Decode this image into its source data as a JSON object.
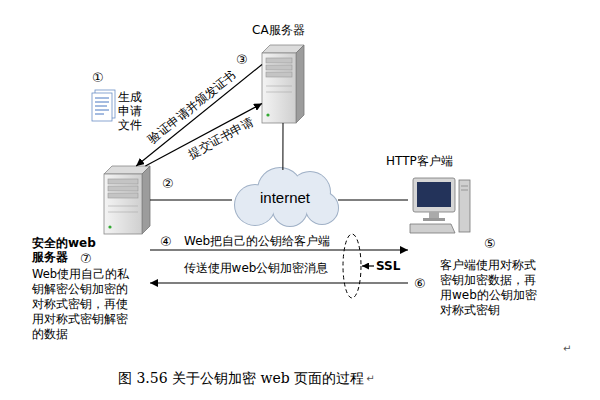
{
  "diagram": {
    "caption": "图 3.56 关于公钥加密 web 页面的过程",
    "nodes": [
      {
        "text": [
          "CA服务器"
        ]
      },
      {
        "text": [
          "生成申请文件"
        ]
      },
      {
        "text": [
          "安全的web 服务器"
        ]
      },
      {
        "text": [
          "internet"
        ]
      },
      {
        "text": [
          "HTTP客户端"
        ]
      }
    ],
    "edges": [
      {
        "from": 2,
        "to": 0,
        "label": "提交证书申请",
        "arrow": "to"
      },
      {
        "from": 0,
        "to": 2,
        "label": "验证申请并颁发证书",
        "arrow": "to"
      },
      {
        "from": 0,
        "to": 3,
        "arrow": "none"
      },
      {
        "from": 2,
        "to": 3,
        "arrow": "none"
      },
      {
        "from": 3,
        "to": 4,
        "arrow": "none"
      },
      {
        "from": 2,
        "to": 4,
        "label": "Web把自己的公钥给客户端",
        "arrow": "to"
      },
      {
        "from": 4,
        "to": 2,
        "label": "传送使用web公钥加密消息",
        "arrow": "to"
      }
    ],
    "labels": [
      "①",
      "②",
      "③",
      "④",
      "⑤",
      "⑥",
      "⑦",
      "Web使用自己的私钥解密公钥加密的对称式密钥，再使用对称式密钥解密的数据",
      "客户端使用对称式密钥加密数据，再用web的公钥加密对称式密钥",
      "SSL",
      "↵",
      "↵"
    ]
  }
}
